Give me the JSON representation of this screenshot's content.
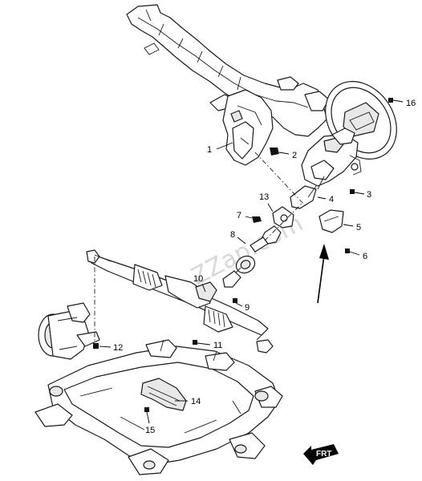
{
  "diagram": {
    "watermark": "ZZap.com",
    "frt_label": "FRT",
    "callouts": [
      "1",
      "2",
      "3",
      "4",
      "5",
      "6",
      "7",
      "8",
      "9",
      "10",
      "11",
      "12",
      "13",
      "14",
      "15",
      "16"
    ]
  }
}
